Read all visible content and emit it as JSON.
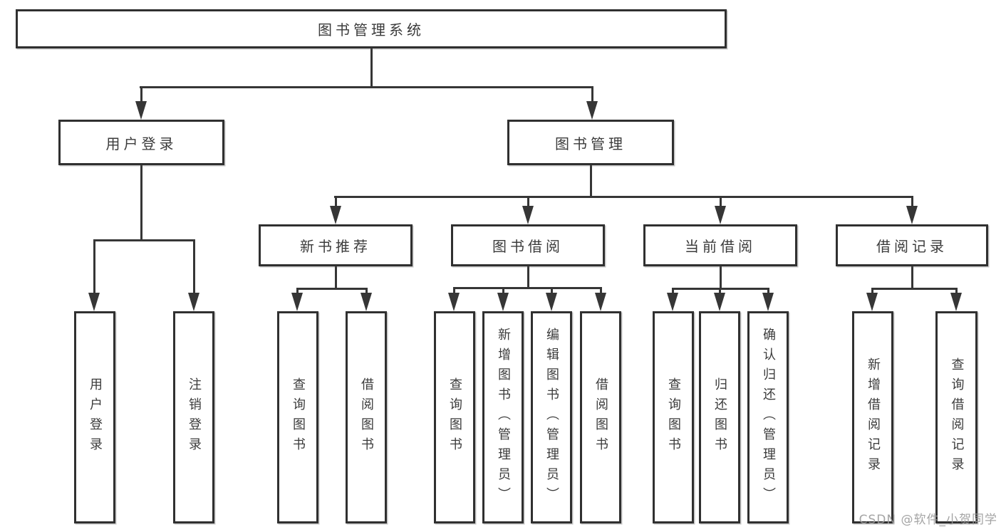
{
  "watermark": "CSDN @软件_小贺同学",
  "colors": {
    "line": "#363636",
    "border": "#303030",
    "text": "#3b3b3b",
    "background": "#ffffff",
    "watermark": "#9b9b9b"
  },
  "diagram": {
    "root": {
      "label": "图书管理系统"
    },
    "branches": [
      {
        "label": "用户登录",
        "children": [
          {
            "label": "用户登录"
          },
          {
            "label": "注销登录"
          }
        ]
      },
      {
        "label": "图书管理",
        "children": [
          {
            "label": "新书推荐",
            "children": [
              {
                "label": "查询图书"
              },
              {
                "label": "借阅图书"
              }
            ]
          },
          {
            "label": "图书借阅",
            "children": [
              {
                "label": "查询图书"
              },
              {
                "label": "新增图书（管理员）"
              },
              {
                "label": "编辑图书（管理员）"
              },
              {
                "label": "借阅图书"
              }
            ]
          },
          {
            "label": "当前借阅",
            "children": [
              {
                "label": "查询图书"
              },
              {
                "label": "归还图书"
              },
              {
                "label": "确认归还（管理员）"
              }
            ]
          },
          {
            "label": "借阅记录",
            "children": [
              {
                "label": "新增借阅记录"
              },
              {
                "label": "查询借阅记录"
              }
            ]
          }
        ]
      }
    ]
  }
}
